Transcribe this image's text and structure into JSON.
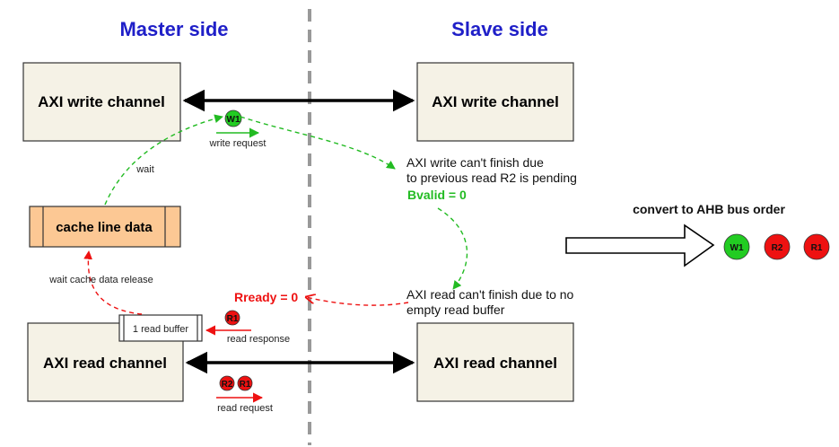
{
  "headings": {
    "master": "Master side",
    "slave": "Slave side"
  },
  "master": {
    "write_channel": "AXI write channel",
    "read_channel": "AXI read channel",
    "cache": "cache line data",
    "read_buffer": "1 read buffer"
  },
  "slave": {
    "write_channel": "AXI write channel",
    "read_channel": "AXI read channel"
  },
  "labels": {
    "write_request": "write request",
    "wait": "wait",
    "wait_cache": "wait cache data release",
    "read_response": "read response",
    "read_request": "read request"
  },
  "notes": {
    "write_line1": "AXI write can't finish due",
    "write_line2": "to previous read R2 is pending",
    "bvalid": "Bvalid = 0",
    "read_line1": "AXI read can't finish due to no",
    "read_line2": "empty read buffer",
    "rready": "Rready = 0"
  },
  "tokens": {
    "w1": "W1",
    "r1_response": "R1",
    "r2_request": "R2",
    "r1_request": "R1"
  },
  "convert": {
    "label": "convert to AHB bus order",
    "order": [
      "W1",
      "R2",
      "R1"
    ]
  },
  "colors": {
    "heading": "#1f1fc8",
    "green": "#22bb22",
    "red": "#ee1111",
    "token_green": "#22cc22",
    "token_red": "#ee1111",
    "box_fill": "#f5f2e6",
    "cache_fill": "#fcc894"
  }
}
